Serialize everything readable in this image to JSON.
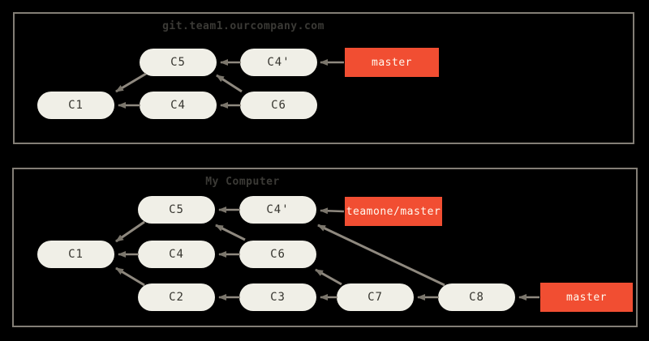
{
  "colors": {
    "background": "#000000",
    "panel-border": "#837e76",
    "panel-title": "#3b3a36",
    "node-fill": "#f0efe7",
    "node-text": "#36352f",
    "arrow-line": "#8f897f",
    "arrow-head": "#7b766c",
    "ref-bg": "#f14e32",
    "ref-text": "#fffaf0"
  },
  "server_panel": {
    "title": "git.team1.ourcompany.com",
    "commits": {
      "c1": "C1",
      "c4": "C4",
      "c5": "C5",
      "c4_prime": "C4'",
      "c6": "C6"
    },
    "refs": {
      "master": "master"
    },
    "edges": [
      "C5 -> C1",
      "C4 -> C1",
      "C4' -> C5",
      "C6 -> C5",
      "C6 -> C4",
      "master -> C4'"
    ]
  },
  "local_panel": {
    "title": "My Computer",
    "commits": {
      "c1": "C1",
      "c2": "C2",
      "c3": "C3",
      "c4": "C4",
      "c5": "C5",
      "c4_prime": "C4'",
      "c6": "C6",
      "c7": "C7",
      "c8": "C8"
    },
    "refs": {
      "teamone_master": "teamone/master",
      "master": "master"
    },
    "edges": [
      "C5 -> C1",
      "C4 -> C1",
      "C2 -> C1",
      "C4' -> C5",
      "C6 -> C5",
      "C6 -> C4",
      "C3 -> C2",
      "C7 -> C3",
      "C7 -> C6",
      "C8 -> C7",
      "C8 -> C4'",
      "teamone/master -> C4'",
      "master -> C8"
    ]
  }
}
